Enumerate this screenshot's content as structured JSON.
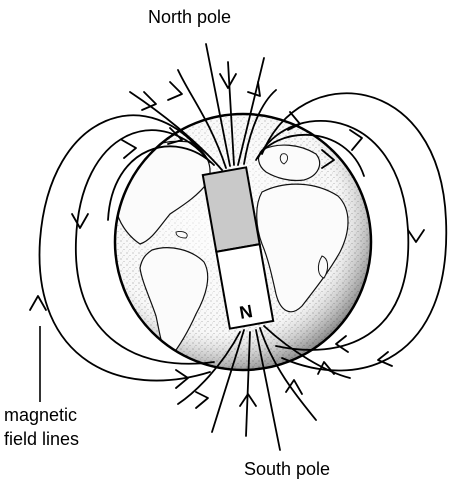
{
  "labels": {
    "north_pole": "North pole",
    "south_pole": "South pole",
    "field_lines_line1": "magnetic",
    "field_lines_line2": "field lines",
    "magnet_pole": "N"
  },
  "colors": {
    "ink": "#000000",
    "background": "#ffffff",
    "globe_fill": "#f4f4f4",
    "magnet_dark_half": "#c9c9c9",
    "magnet_light_half": "#ffffff"
  }
}
